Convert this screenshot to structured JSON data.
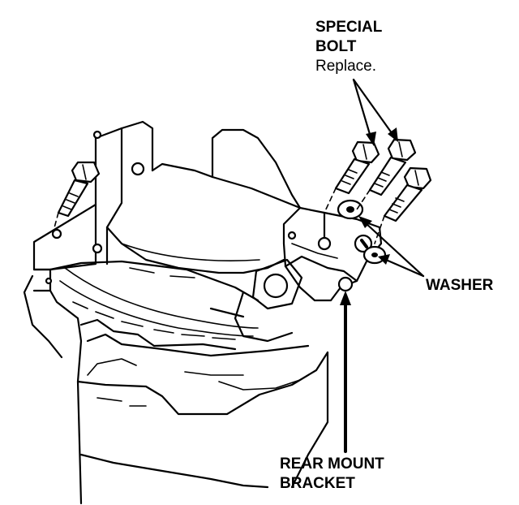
{
  "labels": {
    "special_bolt_line1": "SPECIAL",
    "special_bolt_line2": "BOLT",
    "special_bolt_note": "Replace.",
    "washer": "WASHER",
    "rear_mount_line1": "REAR MOUNT",
    "rear_mount_line2": "BRACKET"
  },
  "colors": {
    "ink": "#000000",
    "paper": "#ffffff"
  }
}
